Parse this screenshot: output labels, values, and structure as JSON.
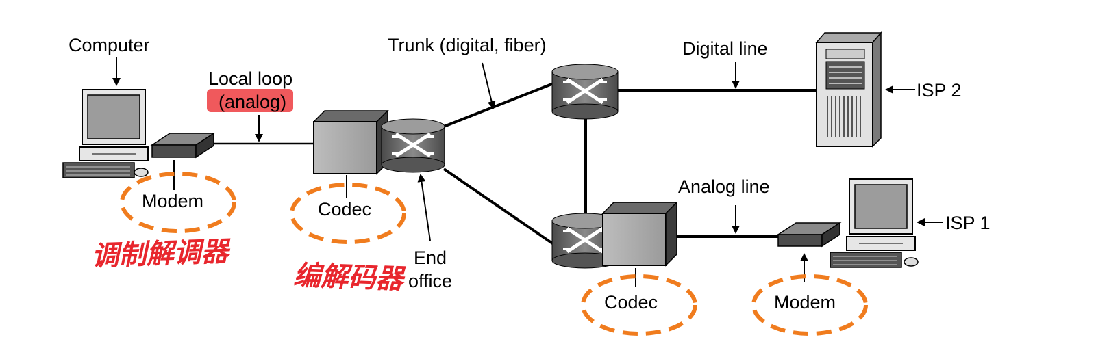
{
  "labels": {
    "computer": "Computer",
    "local_loop_1": "Local loop",
    "local_loop_2": "(analog)",
    "trunk": "Trunk (digital, fiber)",
    "digital_line": "Digital line",
    "isp2": "ISP 2",
    "analog_line": "Analog line",
    "isp1": "ISP 1",
    "modem_left": "Modem",
    "codec_left": "Codec",
    "end_office_1": "End",
    "end_office_2": "office",
    "codec_right": "Codec",
    "modem_right": "Modem"
  },
  "annotations": {
    "modem_handwritten": "调制解调器",
    "codec_handwritten": "编解码器"
  },
  "colors": {
    "highlight": "#f0595c",
    "dashed_ellipse": "#f07c1e",
    "handwriting": "#e8262d"
  }
}
